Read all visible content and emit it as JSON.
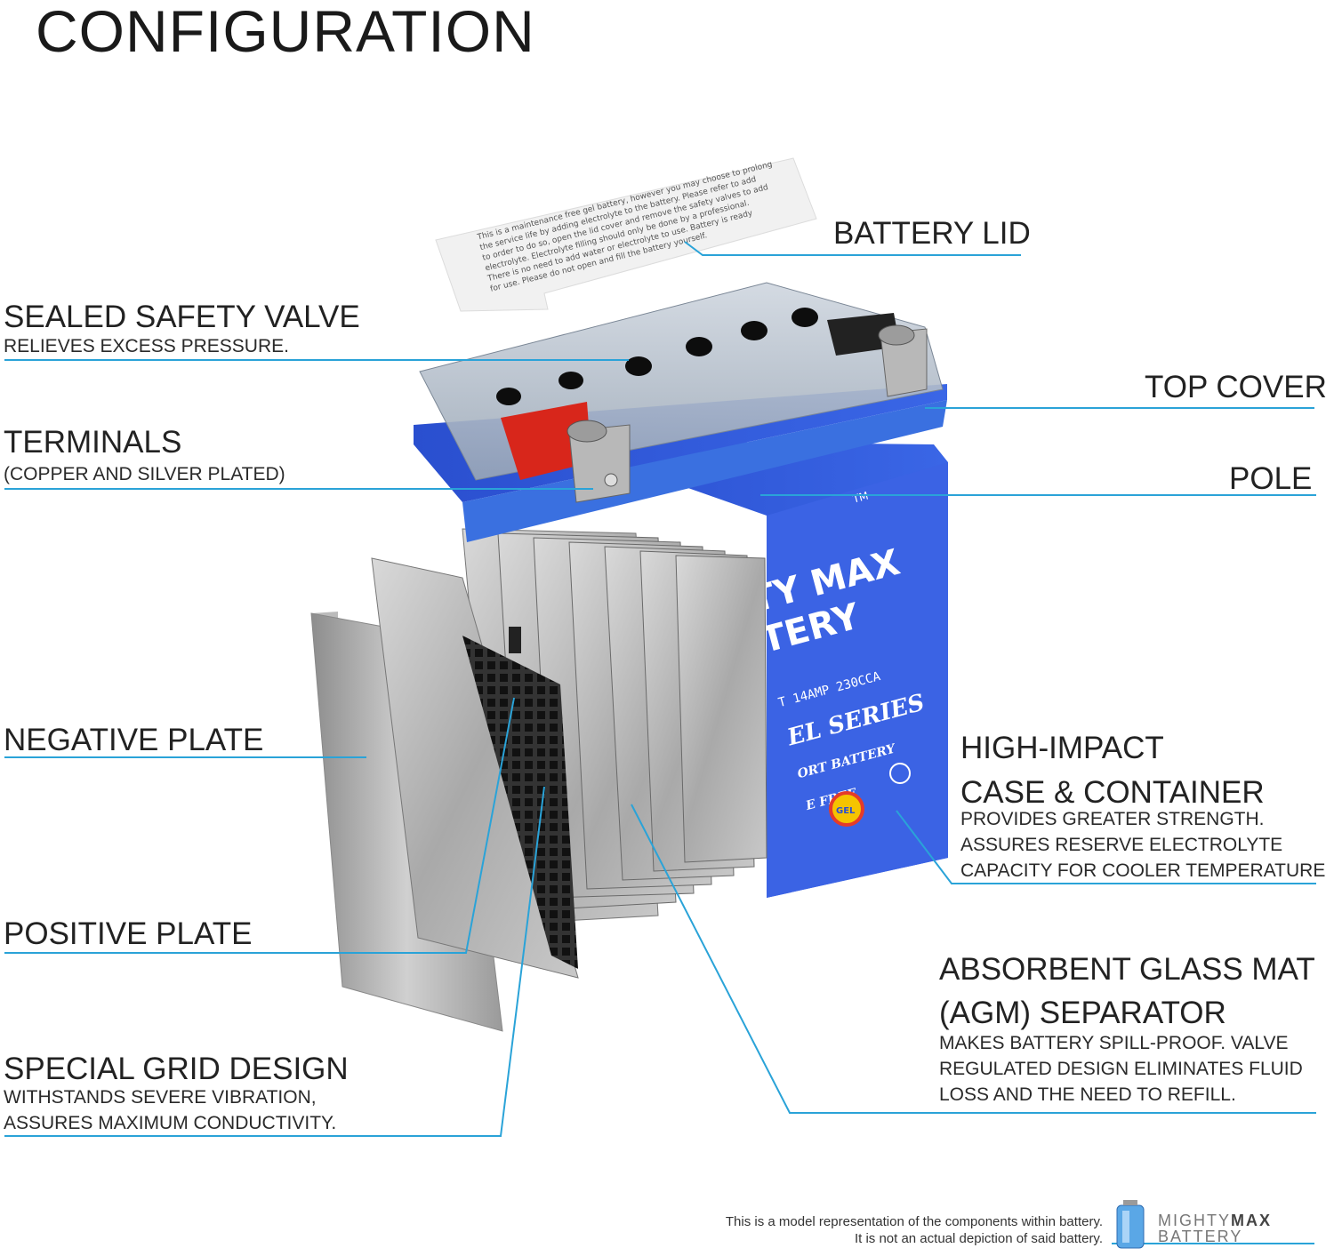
{
  "title": "CONFIGURATION",
  "labels": {
    "battery_lid": {
      "heading": "BATTERY LID"
    },
    "sealed_safety_valve": {
      "heading": "SEALED SAFETY VALVE",
      "desc": [
        "RELIEVES EXCESS PRESSURE."
      ]
    },
    "top_cover": {
      "heading": "TOP COVER"
    },
    "terminals": {
      "heading": "TERMINALS",
      "desc": [
        "(COPPER AND SILVER PLATED)"
      ]
    },
    "pole": {
      "heading": "POLE"
    },
    "negative_plate": {
      "heading": "NEGATIVE PLATE"
    },
    "high_impact": {
      "heading": [
        "HIGH-IMPACT",
        "CASE & CONTAINER"
      ],
      "desc": [
        "PROVIDES GREATER STRENGTH.",
        "ASSURES RESERVE ELECTROLYTE",
        "CAPACITY FOR COOLER TEMPERATURES."
      ]
    },
    "positive_plate": {
      "heading": "POSITIVE PLATE"
    },
    "agm_separator": {
      "heading": [
        "ABSORBENT GLASS MAT",
        "(AGM) SEPARATOR"
      ],
      "desc": [
        "MAKES BATTERY SPILL-PROOF. VALVE",
        "REGULATED DESIGN ELIMINATES FLUID",
        "LOSS AND THE NEED TO REFILL."
      ]
    },
    "special_grid": {
      "heading": "SPECIAL GRID DESIGN",
      "desc": [
        "WITHSTANDS SEVERE VIBRATION,",
        "ASSURES MAXIMUM CONDUCTIVITY."
      ]
    }
  },
  "battery_print": {
    "brand_line1": "TY MAX",
    "brand_line2": "TERY",
    "trademark": "TM",
    "rating": "T 14AMP  230CCA",
    "series": "EL SERIES",
    "sub": "ORT BATTERY",
    "free": "E FREE",
    "gel_badge": "GEL"
  },
  "lid_print": [
    "This is a maintenance free gel battery, however you may choose to prolong",
    "the service life by adding electrolyte to the battery. Please refer to add",
    "to order to do so, open the lid cover and remove the safety valves to add",
    "electrolyte. Electrolyte filling should only be done by a professional.",
    "There is no need to add water or electrolyte to use. Battery is ready",
    "for use. Please do not open and fill the battery yourself."
  ],
  "footer": {
    "line1": "This is a model representation of the components within battery.",
    "line2": "It is not an actual depiction of said battery."
  },
  "logo": {
    "line1_a": "MIGHTY",
    "line1_b": "MAX",
    "line2": "BATTERY"
  },
  "colors": {
    "leader": "#2aa3d8",
    "case_blue": "#2f5bd8",
    "cover_blue": "#3a7be0",
    "terminal_red": "#d8261b"
  }
}
